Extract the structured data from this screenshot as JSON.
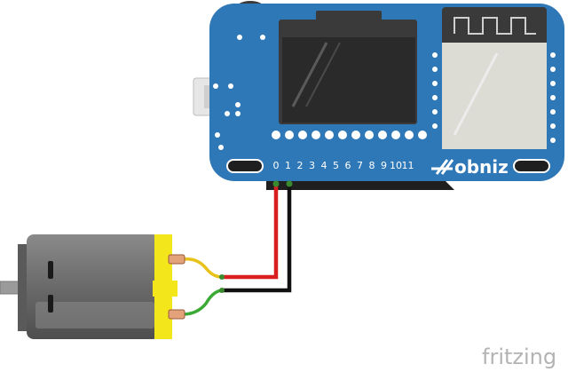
{
  "board": {
    "brand": "obniz",
    "pin_labels": [
      "0",
      "1",
      "2",
      "3",
      "4",
      "5",
      "6",
      "7",
      "8",
      "9",
      "10",
      "11"
    ],
    "colors": {
      "body": "#2f78b8",
      "screen": "#2a2a2a",
      "module": "#dcdcd4"
    }
  },
  "wires": {
    "signal_color": "#d81e1e",
    "ground_color": "#111111",
    "lead_top_color": "#e8c21a",
    "lead_bottom_color": "#3aaa35"
  },
  "motor": {
    "body_color": "#6e6e6e",
    "cap_color": "#f3e61b"
  },
  "watermark": {
    "text": "fritzing"
  }
}
